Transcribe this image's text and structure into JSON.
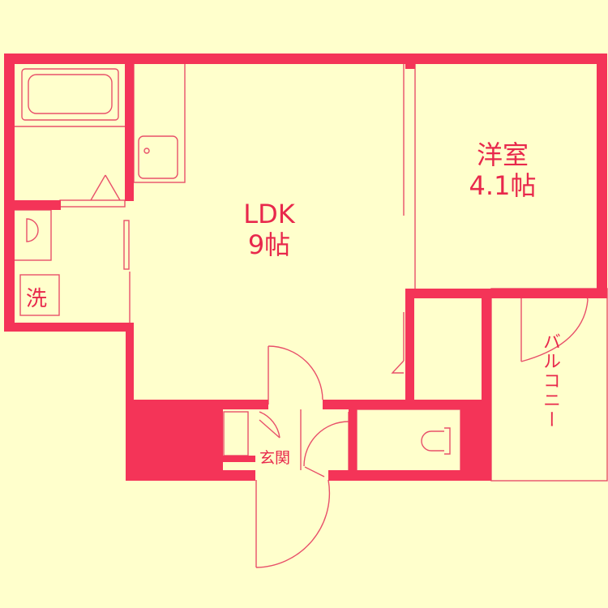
{
  "colors": {
    "background": "#FFFFCC",
    "wall": "#F43458",
    "line": "#E8506A",
    "text": "#E8284C"
  },
  "rooms": {
    "ldk": {
      "name": "LDK",
      "size": "9帖"
    },
    "western": {
      "name": "洋室",
      "size": "4.1帖"
    },
    "balcony": {
      "name": "バルコニー"
    },
    "entrance": {
      "name": "玄関"
    },
    "washer": {
      "name": "洗"
    }
  }
}
